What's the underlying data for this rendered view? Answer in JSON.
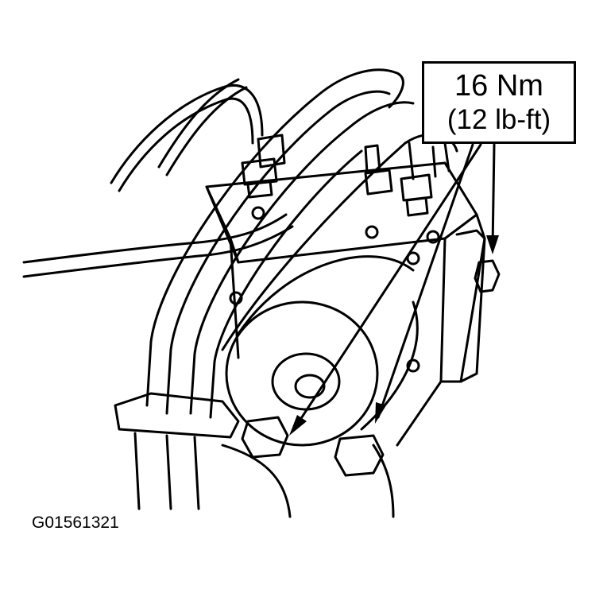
{
  "callout": {
    "torque_metric": "16 Nm",
    "torque_imperial": "(12 lb-ft)"
  },
  "figure_id": "G01561321",
  "colors": {
    "ink": "#000000",
    "paper": "#ffffff"
  }
}
